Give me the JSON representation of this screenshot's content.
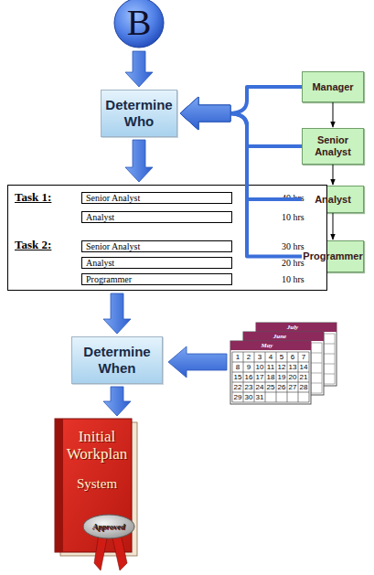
{
  "diagram": {
    "nodes": [
      {
        "text": [
          "B"
        ]
      },
      {
        "text": [
          "Determine Who"
        ]
      },
      {
        "text": [
          "Manager"
        ]
      },
      {
        "text": [
          "Senior Analyst"
        ]
      },
      {
        "text": [
          "Analyst"
        ]
      },
      {
        "text": [
          "Programmer"
        ]
      },
      {
        "text": [
          "Task 1:",
          "Task 2:"
        ]
      },
      {
        "text": [
          "Senior Analyst",
          "40 hrs"
        ],
        "in": 6
      },
      {
        "text": [
          "Analyst",
          "10 hrs"
        ],
        "in": 6
      },
      {
        "text": [
          "Senior Analyst",
          "30 hrs"
        ],
        "in": 6
      },
      {
        "text": [
          "Analyst",
          "20 hrs"
        ],
        "in": 6
      },
      {
        "text": [
          "Programmer",
          "10 hrs"
        ],
        "in": 6
      },
      {
        "text": [
          "Determine When"
        ]
      },
      {
        "text": [
          "Initial Workplan",
          "System"
        ]
      },
      {
        "text": [
          "Approved"
        ],
        "in": 13
      }
    ],
    "edges": [
      {
        "from": 0,
        "to": 1,
        "arrow": "to"
      },
      {
        "from": 1,
        "to": 6,
        "arrow": "to"
      },
      {
        "from": 6,
        "to": 12,
        "arrow": "to"
      },
      {
        "from": 12,
        "to": 13,
        "arrow": "to"
      },
      {
        "from": 2,
        "to": 3,
        "arrow": "to"
      },
      {
        "from": 3,
        "to": 4,
        "arrow": "to"
      },
      {
        "from": 4,
        "to": 5,
        "arrow": "to"
      },
      {
        "from": 2,
        "to": 1,
        "arrow": "to"
      },
      {
        "from": 3,
        "to": 1,
        "arrow": "to"
      },
      {
        "from": 4,
        "to": 1,
        "arrow": "to"
      },
      {
        "from": 5,
        "to": 1,
        "arrow": "to"
      }
    ],
    "labels": [
      "July",
      "June",
      "May",
      "1",
      "2",
      "3",
      "4",
      "5",
      "6",
      "7",
      "8",
      "9",
      "10",
      "11",
      "12",
      "13",
      "14",
      "15",
      "16",
      "17",
      "18",
      "19",
      "20",
      "21",
      "22",
      "23",
      "24",
      "25",
      "26",
      "27",
      "28",
      "29",
      "30",
      "31"
    ]
  }
}
